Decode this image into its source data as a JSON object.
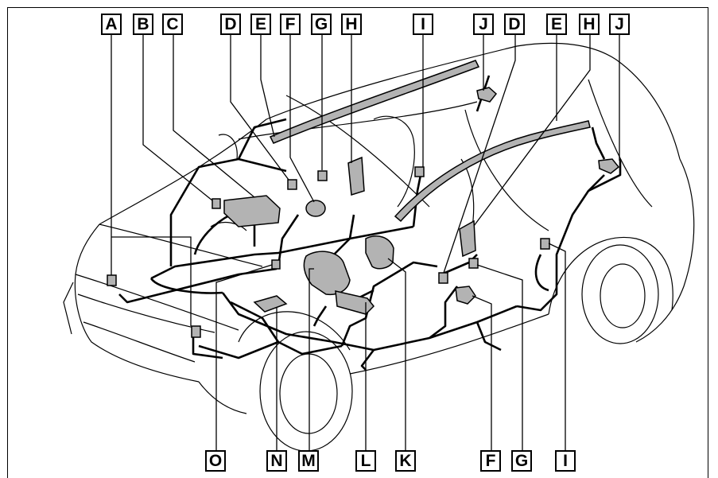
{
  "labels": {
    "top": [
      "A",
      "B",
      "C",
      "D",
      "E",
      "F",
      "G",
      "H",
      "I",
      "J",
      "D",
      "E",
      "H",
      "J"
    ],
    "bottom": [
      "O",
      "N",
      "M",
      "L",
      "K",
      "F",
      "G",
      "I"
    ]
  },
  "colors": {
    "line": "#000000",
    "part": "#b3b3b3",
    "background": "#ffffff"
  }
}
